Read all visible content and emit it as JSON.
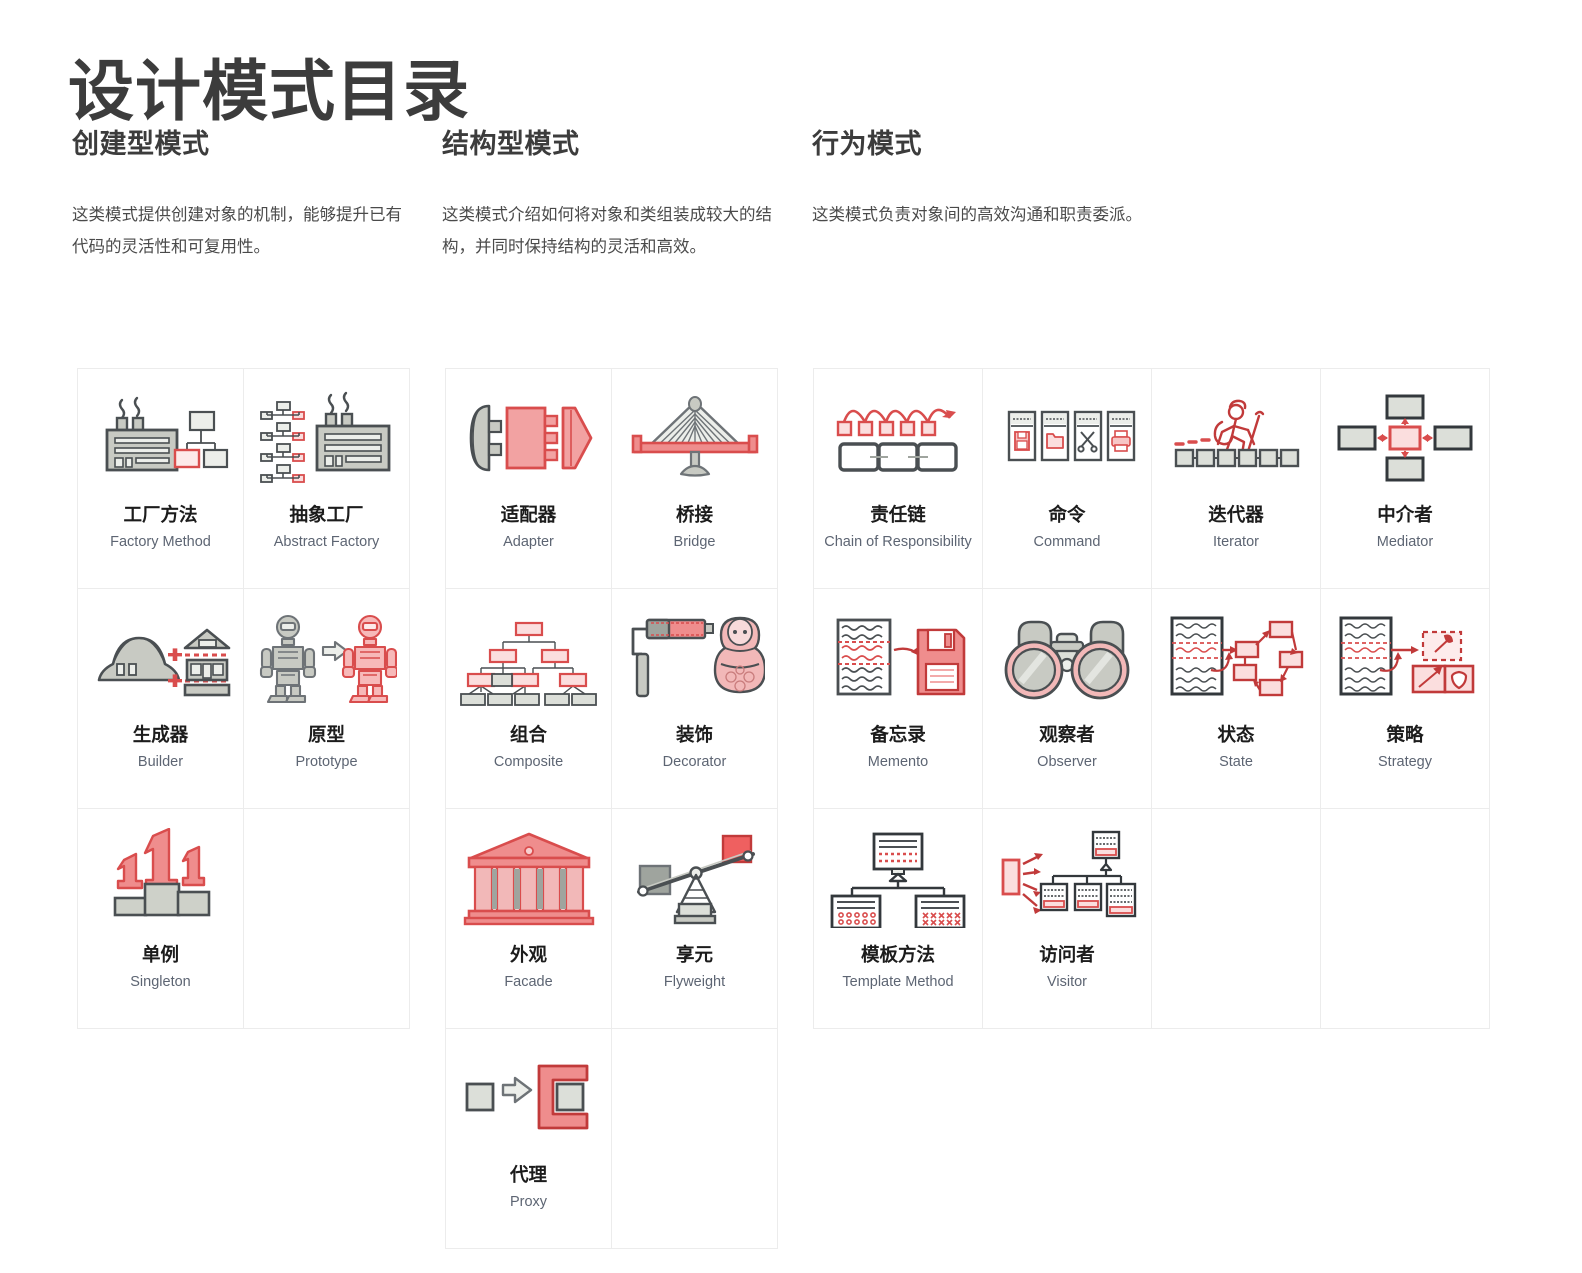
{
  "page": {
    "title": "设计模式目录",
    "accent_color": "#d94d4d",
    "accent_dark": "#c13a3a",
    "icon_gray": "#c8cac3",
    "icon_outline": "#4a4f52",
    "text_color": "#1c1c1c",
    "subtext_color": "#5d6573",
    "grid_line_color": "#ececec",
    "background": "#ffffff"
  },
  "sections": [
    {
      "id": "creational",
      "heading": "创建型模式",
      "description": "这类模式提供创建对象的机制，能够提升已有代码的灵活性和可复用性。",
      "patterns": [
        {
          "cn": "工厂方法",
          "en": "Factory Method",
          "icon": "factory-method-icon"
        },
        {
          "cn": "抽象工厂",
          "en": "Abstract Factory",
          "icon": "abstract-factory-icon"
        },
        {
          "cn": "生成器",
          "en": "Builder",
          "icon": "builder-icon"
        },
        {
          "cn": "原型",
          "en": "Prototype",
          "icon": "prototype-icon"
        },
        {
          "cn": "单例",
          "en": "Singleton",
          "icon": "singleton-icon"
        }
      ]
    },
    {
      "id": "structural",
      "heading": "结构型模式",
      "description": "这类模式介绍如何将对象和类组装成较大的结构，并同时保持结构的灵活和高效。",
      "patterns": [
        {
          "cn": "适配器",
          "en": "Adapter",
          "icon": "adapter-icon"
        },
        {
          "cn": "桥接",
          "en": "Bridge",
          "icon": "bridge-icon"
        },
        {
          "cn": "组合",
          "en": "Composite",
          "icon": "composite-icon"
        },
        {
          "cn": "装饰",
          "en": "Decorator",
          "icon": "decorator-icon"
        },
        {
          "cn": "外观",
          "en": "Facade",
          "icon": "facade-icon"
        },
        {
          "cn": "享元",
          "en": "Flyweight",
          "icon": "flyweight-icon"
        },
        {
          "cn": "代理",
          "en": "Proxy",
          "icon": "proxy-icon"
        }
      ]
    },
    {
      "id": "behavioral",
      "heading": "行为模式",
      "description": "这类模式负责对象间的高效沟通和职责委派。",
      "patterns": [
        {
          "cn": "责任链",
          "en": "Chain of Responsibility",
          "icon": "chain-of-responsibility-icon"
        },
        {
          "cn": "命令",
          "en": "Command",
          "icon": "command-icon"
        },
        {
          "cn": "迭代器",
          "en": "Iterator",
          "icon": "iterator-icon"
        },
        {
          "cn": "中介者",
          "en": "Mediator",
          "icon": "mediator-icon"
        },
        {
          "cn": "备忘录",
          "en": "Memento",
          "icon": "memento-icon"
        },
        {
          "cn": "观察者",
          "en": "Observer",
          "icon": "observer-icon"
        },
        {
          "cn": "状态",
          "en": "State",
          "icon": "state-icon"
        },
        {
          "cn": "策略",
          "en": "Strategy",
          "icon": "strategy-icon"
        },
        {
          "cn": "模板方法",
          "en": "Template Method",
          "icon": "template-method-icon"
        },
        {
          "cn": "访问者",
          "en": "Visitor",
          "icon": "visitor-icon"
        }
      ]
    }
  ]
}
